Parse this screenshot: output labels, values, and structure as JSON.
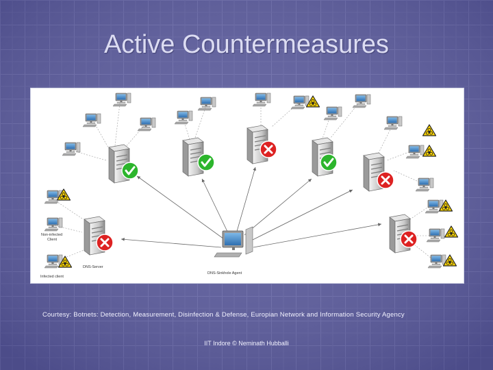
{
  "slide": {
    "title": "Active Countermeasures",
    "courtesy": "Courtesy:  Botnets: Detection, Measurement, Disinfection & Defense,  Europian Network and Information Security Agency",
    "footer": "IIT Indore   © Neminath Hubballi",
    "background_color": "#5a5a9a"
  },
  "diagram": {
    "labels": {
      "non_infected": [
        "Non-infected",
        "Client"
      ],
      "dns_server": "DNS-Server",
      "infected_client": "Infected client",
      "sinkhole_agent": "DNS-Sinkhole Agent"
    },
    "colors": {
      "check": "#2cb52c",
      "cross": "#dd2222",
      "hazard": "#ffd700",
      "arrow": "#666666"
    }
  }
}
